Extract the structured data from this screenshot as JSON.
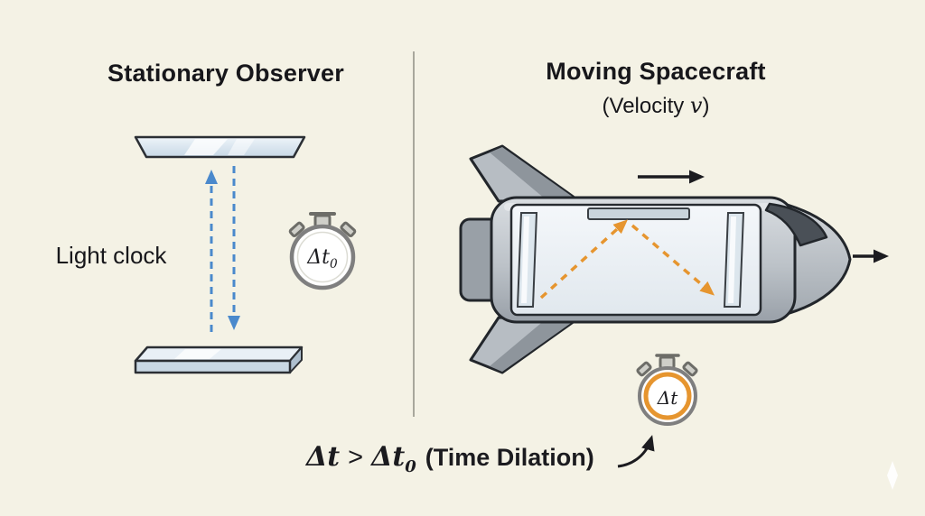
{
  "colors": {
    "background": "#f4f2e5",
    "divider": "#a8a79c",
    "text": "#17171b",
    "blue_beam": "#4a89cc",
    "orange_beam": "#e6952f",
    "stopwatch_ring": "#7f7f7f",
    "stopwatch_accent": "#e6952f"
  },
  "left_panel": {
    "title": "Stationary Observer",
    "light_clock_label": "Light clock",
    "stopwatch_label_base": "Δt",
    "stopwatch_label_sub": "0"
  },
  "right_panel": {
    "title": "Moving Spacecraft",
    "subtitle_prefix": "(Velocity ",
    "subtitle_var": "v",
    "subtitle_suffix": ")",
    "stopwatch_label": "Δt"
  },
  "equation": {
    "lhs": "Δt",
    "operator": ">",
    "rhs_base": "Δt",
    "rhs_sub": "0",
    "label": "(Time Dilation)"
  }
}
